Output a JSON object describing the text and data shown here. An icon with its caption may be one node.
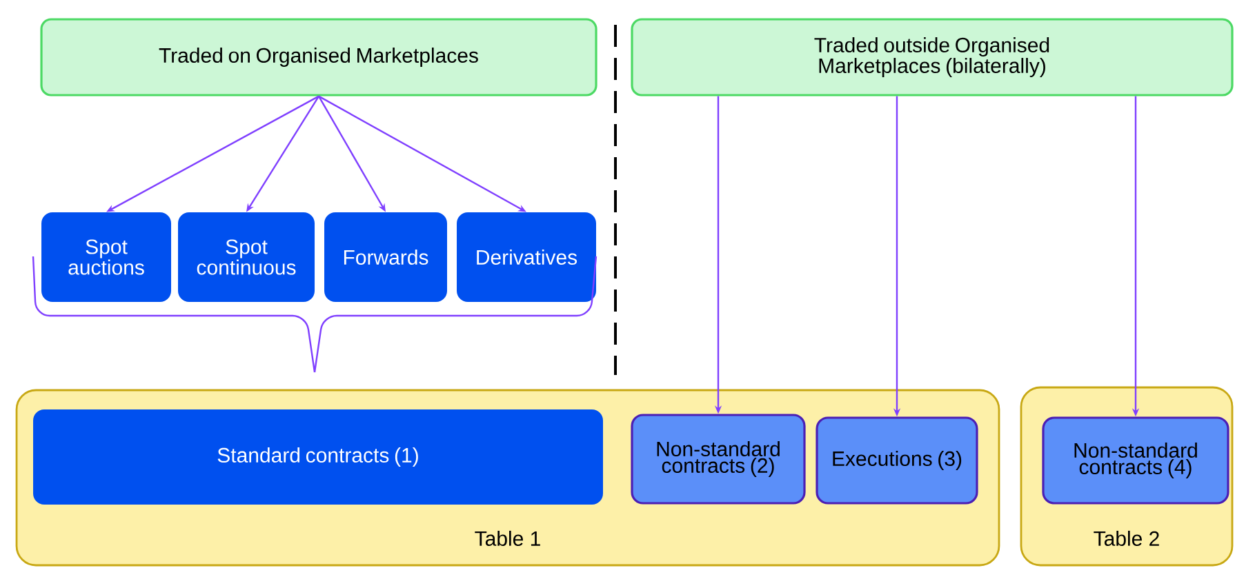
{
  "diagram": {
    "nodes": [
      {
        "text": [
          "Traded on Organised Marketplaces"
        ]
      },
      {
        "text": [
          "Spot auctions"
        ]
      },
      {
        "text": [
          "Spot continuous"
        ]
      },
      {
        "text": [
          "Forwards"
        ]
      },
      {
        "text": [
          "Derivatives"
        ]
      },
      {
        "text": [
          "Traded outside Organised Marketplaces (bilaterally)"
        ]
      },
      {
        "text": [
          "Table 1"
        ]
      },
      {
        "text": [
          "Standard contracts (1)"
        ],
        "in": 6
      },
      {
        "text": [
          "Non-standard contracts (2)"
        ],
        "in": 6
      },
      {
        "text": [
          "Executions (3)"
        ],
        "in": 6
      },
      {
        "text": [
          "Table 2"
        ]
      },
      {
        "text": [
          "Non-standard contracts (4)"
        ],
        "in": 10
      }
    ],
    "edges": [
      {
        "from": 0,
        "to": 1,
        "arrow": "to"
      },
      {
        "from": 0,
        "to": 2,
        "arrow": "to"
      },
      {
        "from": 0,
        "to": 3,
        "arrow": "to"
      },
      {
        "from": 0,
        "to": 4,
        "arrow": "to"
      },
      {
        "from": 5,
        "to": 8,
        "arrow": "to"
      },
      {
        "from": 5,
        "to": 9,
        "arrow": "to"
      },
      {
        "from": 5,
        "to": 11,
        "arrow": "to"
      }
    ]
  }
}
